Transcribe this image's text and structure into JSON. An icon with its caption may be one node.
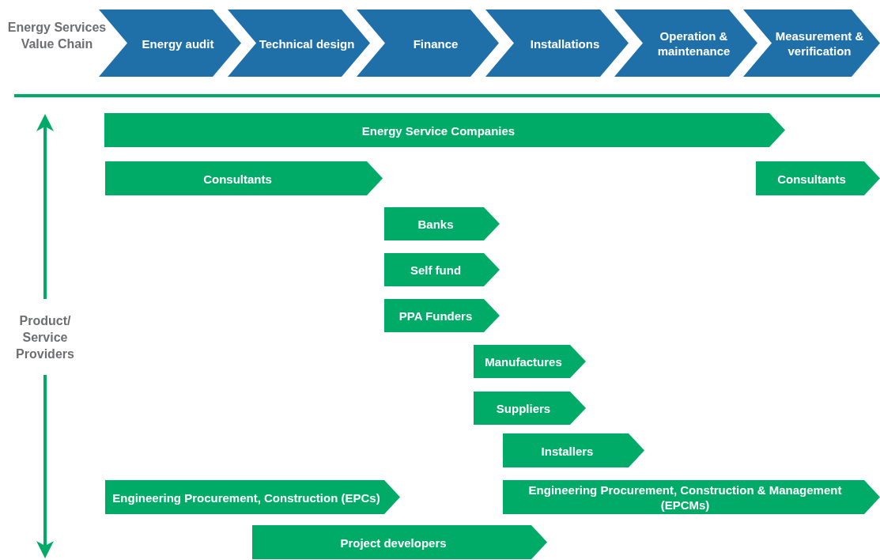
{
  "diagram": {
    "nodes": [
      {
        "text": [
          "Energy audit"
        ]
      },
      {
        "text": [
          "Technical design"
        ]
      },
      {
        "text": [
          "Finance"
        ]
      },
      {
        "text": [
          "Installations"
        ]
      },
      {
        "text": [
          "Operation & maintenance"
        ]
      },
      {
        "text": [
          "Measurement & verification"
        ]
      },
      {
        "text": [
          "Energy Service Companies"
        ]
      },
      {
        "text": [
          "Consultants"
        ]
      },
      {
        "text": [
          "Consultants"
        ]
      },
      {
        "text": [
          "Banks"
        ]
      },
      {
        "text": [
          "Self fund"
        ]
      },
      {
        "text": [
          "PPA Funders"
        ]
      },
      {
        "text": [
          "Manufactures"
        ]
      },
      {
        "text": [
          "Suppliers"
        ]
      },
      {
        "text": [
          "Installers"
        ]
      },
      {
        "text": [
          "Engineering Procurement, Construction (EPCs)"
        ]
      },
      {
        "text": [
          "Engineering Procurement, Construction & Management (EPCMs)"
        ]
      },
      {
        "text": [
          "Project developers"
        ]
      }
    ],
    "labels": [
      "Energy Services Value Chain",
      "Product/ Service Providers"
    ]
  }
}
